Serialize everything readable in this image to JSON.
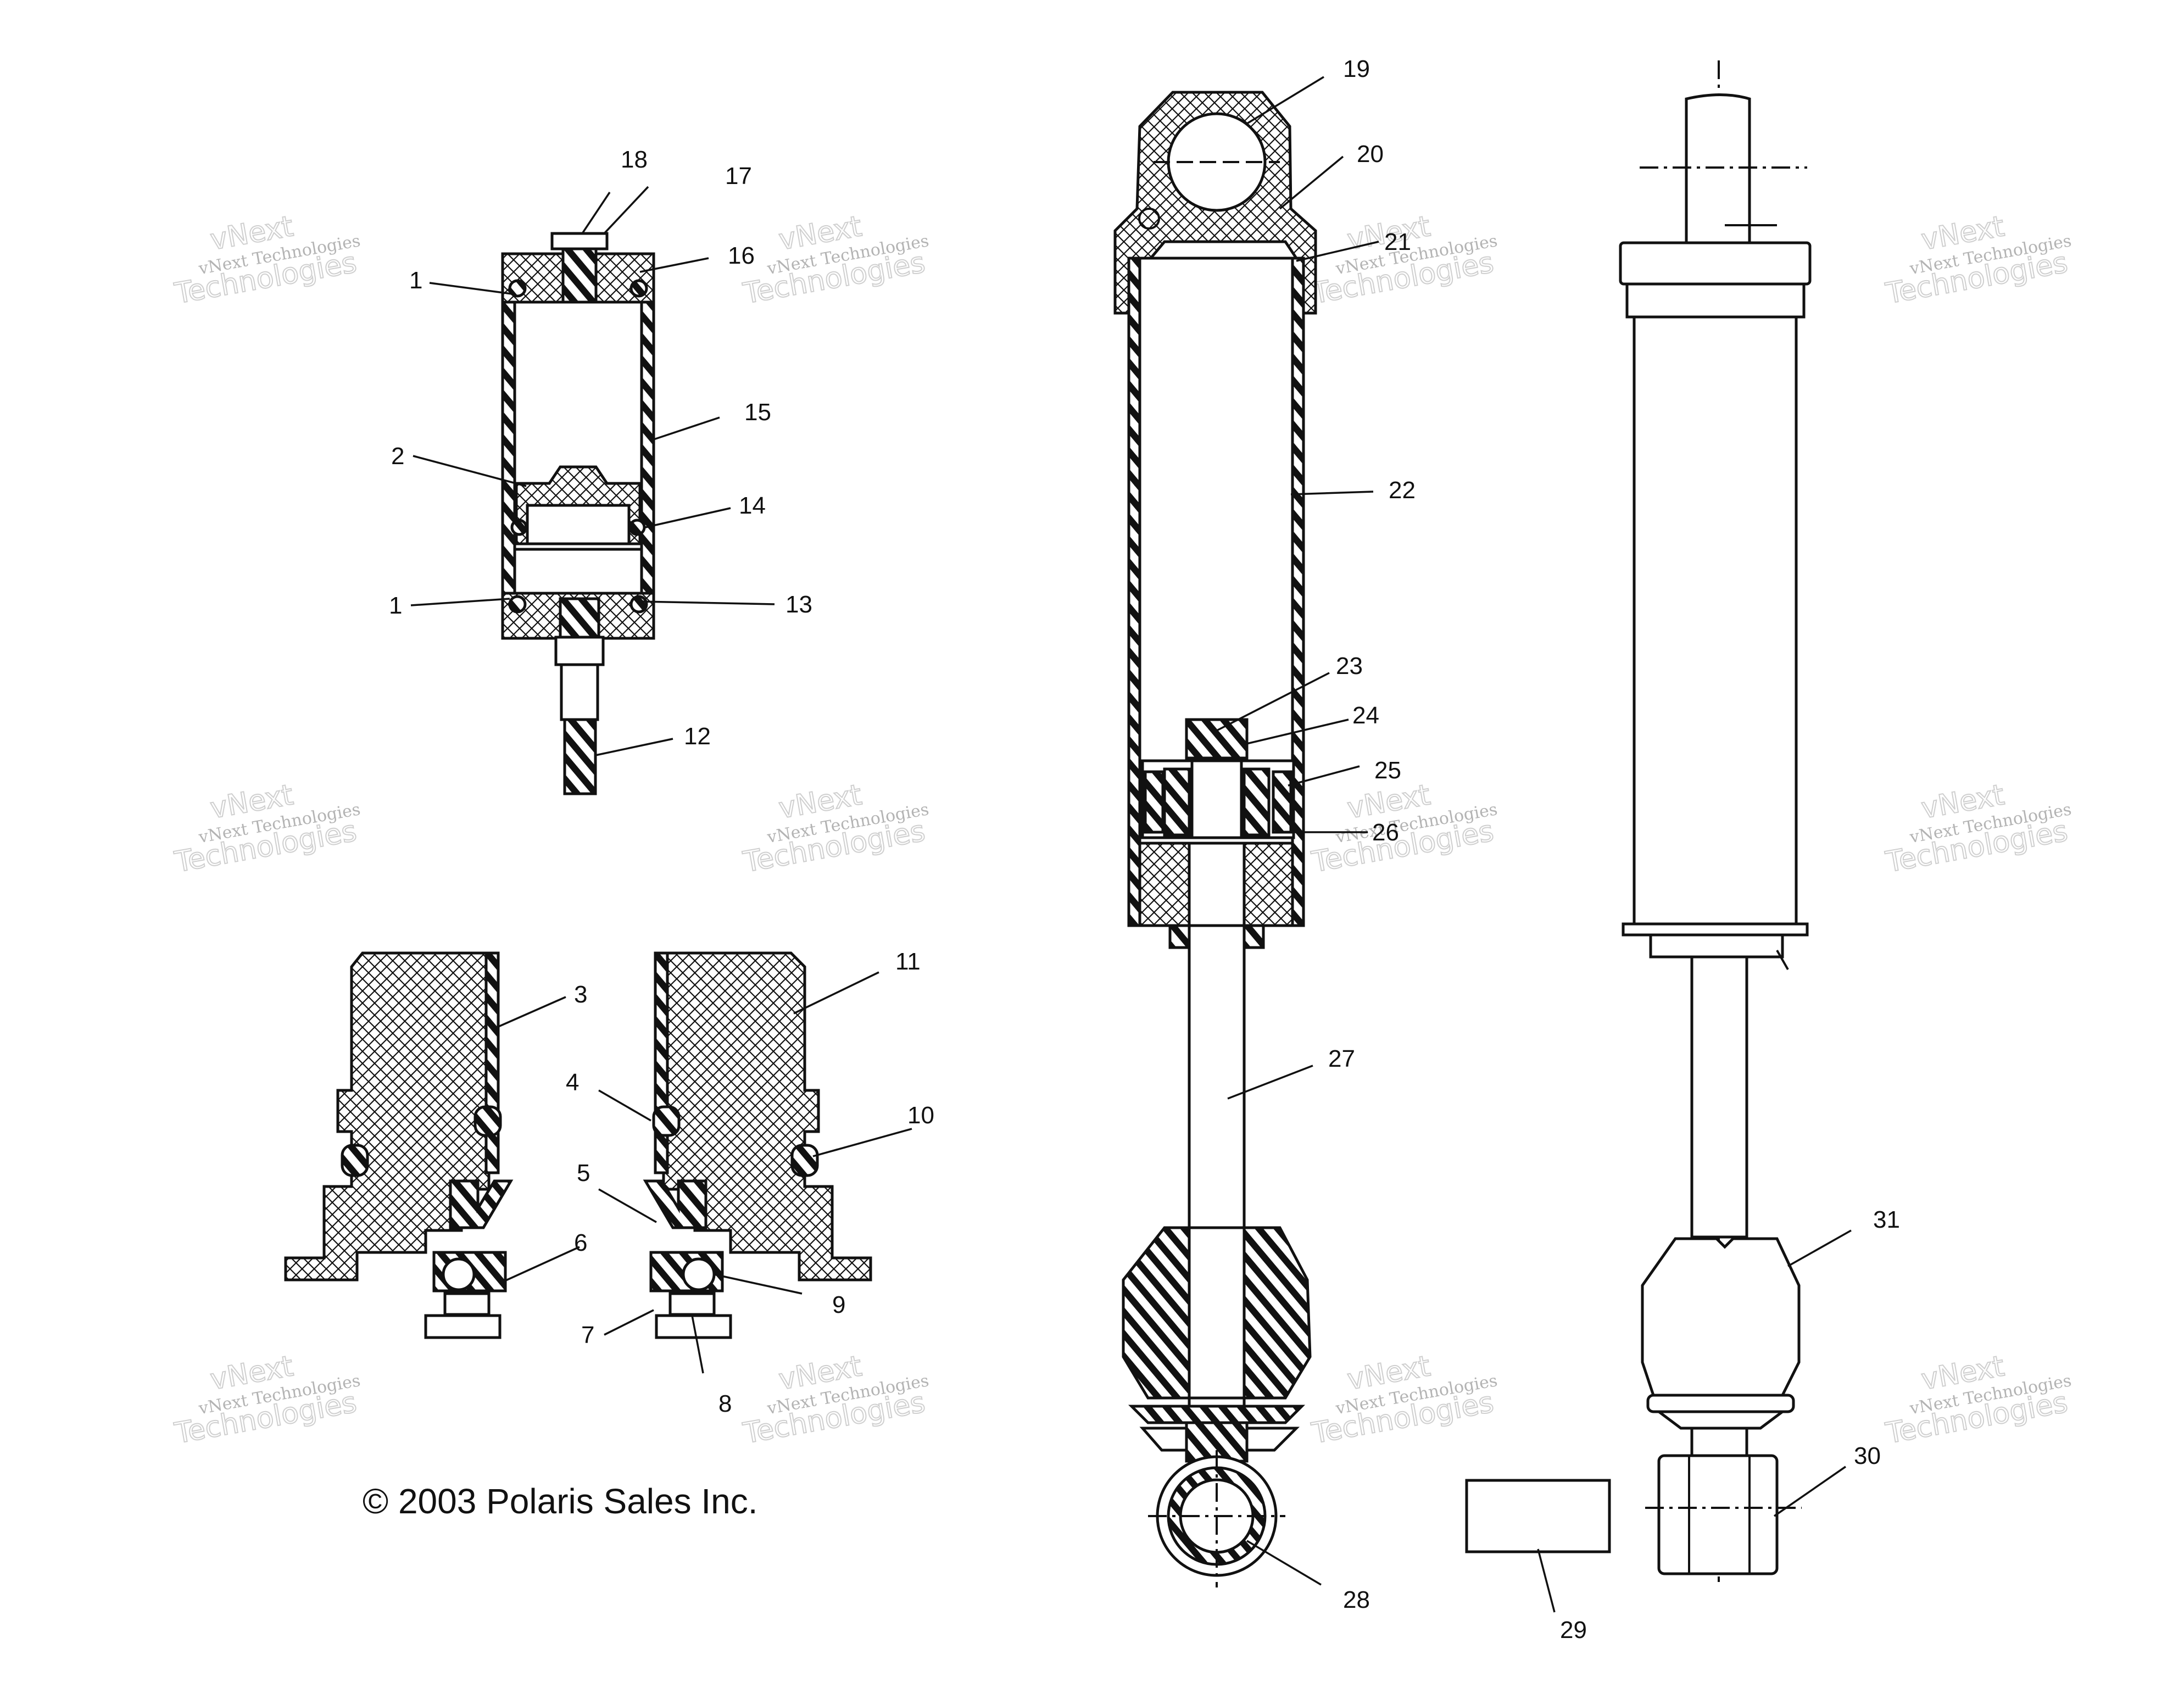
{
  "copyright": "© 2003 Polaris Sales Inc.",
  "watermark": {
    "line1": "vNext Technologies",
    "line2": "vNext",
    "line3": "Technologies"
  },
  "callouts": [
    "1",
    "1",
    "2",
    "3",
    "4",
    "5",
    "6",
    "7",
    "8",
    "9",
    "10",
    "11",
    "12",
    "13",
    "14",
    "15",
    "16",
    "17",
    "18",
    "19",
    "20",
    "21",
    "22",
    "23",
    "24",
    "25",
    "26",
    "27",
    "28",
    "29",
    "30",
    "31"
  ]
}
